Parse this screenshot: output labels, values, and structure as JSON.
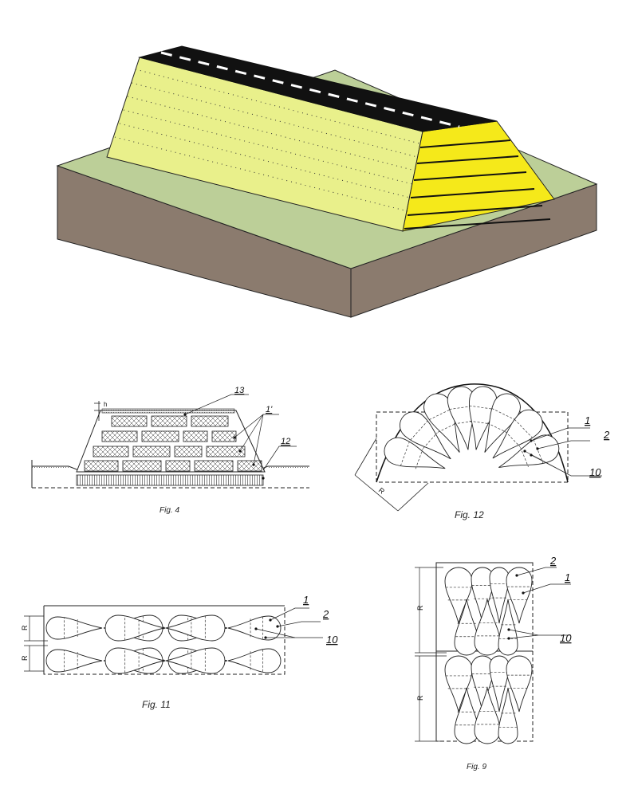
{
  "figures": {
    "fig4": {
      "caption": "Fig. 4",
      "labels": {
        "a": "13",
        "b": "1'",
        "c": "12",
        "h": "h"
      }
    },
    "fig12": {
      "caption": "Fig. 12",
      "labels": {
        "a": "1",
        "b": "2",
        "c": "10",
        "r": "R"
      }
    },
    "fig11": {
      "caption": "Fig. 11",
      "labels": {
        "a": "1",
        "b": "2",
        "c": "10",
        "r1": "R",
        "r2": "R"
      }
    },
    "fig9": {
      "caption": "Fig. 9",
      "labels": {
        "a": "2",
        "b": "1",
        "c": "10",
        "r1": "R",
        "r2": "R"
      }
    }
  },
  "colors": {
    "ground_side": "#8b7b6e",
    "ground_top": "#bccf98",
    "slope": "#e9f08b",
    "road": "#111111",
    "end_face": "#f5e91a",
    "line": "#222222"
  }
}
